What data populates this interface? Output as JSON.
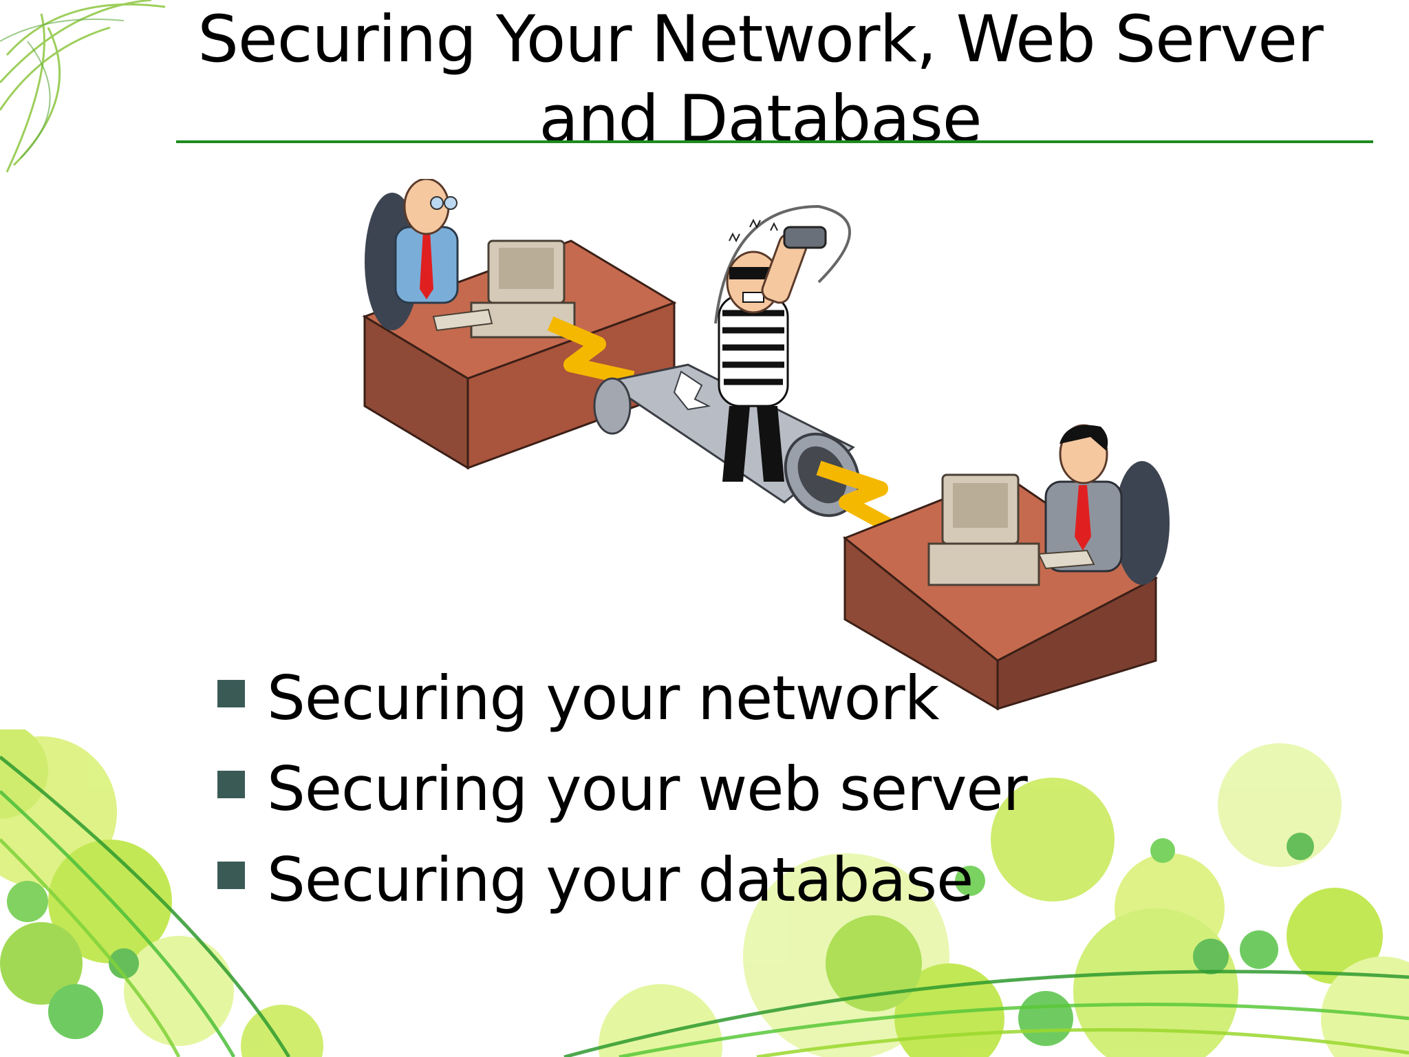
{
  "slide": {
    "title": "Securing Your Network, Web Server and Database",
    "bullets": [
      "Securing your network",
      "Securing your web server",
      "Securing your database"
    ]
  },
  "illustration": {
    "subject": "hacker-intercepting-network-connection-between-two-computers"
  },
  "colors": {
    "accent_green": "#1f8a1f",
    "bullet_marker": "#3a5a56",
    "lime_circles": "#b5e32b",
    "desk_brown": "#a9543c"
  }
}
